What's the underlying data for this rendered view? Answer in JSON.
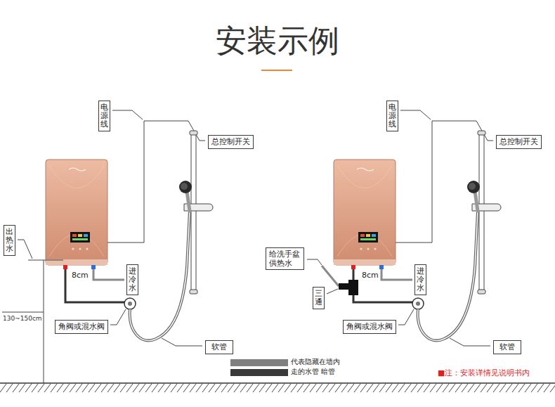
{
  "diagram": {
    "title": "安装示例",
    "nodes": [
      {
        "text": [
          "电源线"
        ]
      },
      {
        "text": [
          "总控制开关"
        ]
      },
      {
        "text": [
          "出热水"
        ]
      },
      {
        "text": [
          "进冷水"
        ]
      },
      {
        "text": [
          "角阀或混水阀"
        ]
      },
      {
        "text": [
          "软管"
        ]
      },
      {
        "text": [
          "电源线"
        ]
      },
      {
        "text": [
          "总控制开关"
        ]
      },
      {
        "text": [
          "给洗手盆供热水"
        ]
      },
      {
        "text": [
          "三通"
        ]
      },
      {
        "text": [
          "进冷水"
        ]
      },
      {
        "text": [
          "角阀或混水阀"
        ]
      },
      {
        "text": [
          "软管"
        ]
      }
    ],
    "labels": [
      "8cm",
      "130~150cm",
      "8cm",
      "■注：安装详情见说明书内"
    ],
    "legend": [
      {
        "text": "代表隐藏在墙内",
        "color": "#808080"
      },
      {
        "text": "走的水管 暗管",
        "color": "#3a3a3a"
      }
    ]
  }
}
